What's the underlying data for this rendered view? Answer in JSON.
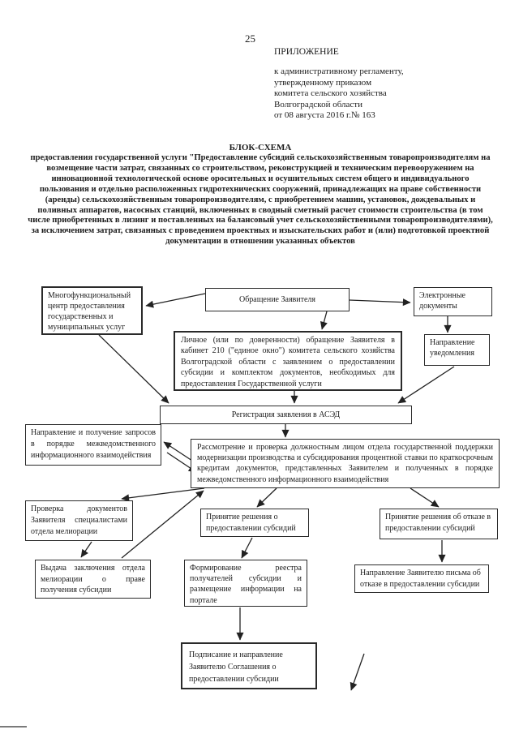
{
  "page": {
    "page_number": "25",
    "appendix_label": "ПРИЛОЖЕНИЕ",
    "appendix_details": "к административному регламенту,\nутвержденному приказом\nкомитета сельского хозяйства\nВолгоградской области\nот 08 августа 2016 г.№ 163"
  },
  "title": {
    "heading": "БЛОК-СХЕМА",
    "body": "предоставления государственной услуги \"Предоставление субсидий сельскохозяйственным товаропроизводителям на возмещение части затрат, связанных со строительством, реконструкцией и техническим перевооружением на инновационной технологической основе оросительных и осушительных систем общего и индивидуального пользования и отдельно расположенных гидротехнических сооружений, принадлежащих на праве собственности (аренды) сельскохозяйственным товаропроизводителям, с приобретением машин, установок, дождевальных и поливных аппаратов, насосных станций, включенных в сводный сметный расчет стоимости строительства (в том числе приобретенных в лизинг и поставленных на балансовый учет сельскохозяйственными товаропроизводителями), за исключением затрат, связанных с проведением проектных и изыскательских работ и (или) подготовкой проектной документации в отношении указанных объектов"
  },
  "flowchart": {
    "nodes": {
      "mfc": "Многофункциональный центр предоставления государственных и муниципальных услуг",
      "appeal": "Обращение Заявителя",
      "edocs": "Электронные документы",
      "notification": "Направление уведомления",
      "personal": "Личное (или по доверенности) обращение Заявителя в кабинет 210 (\"единое окно\") комитета сельского хозяйства Волгоградской области с заявлением о предоставлении субсидии и комплектом документов, необходимых для предоставления Государственной услуги",
      "registration": "Регистрация заявления в АСЭД",
      "interagency": "Направление и получение запросов в порядке межведомственного информационного взаимодействия",
      "review": "Рассмотрение и проверка должностным лицом отдела государственной поддержки модернизации производства и субсидирования процентной ставки по краткосрочным кредитам документов, представленных Заявителем и полученных в порядке межведомственного информационного взаимодействия",
      "melioration_check": "Проверка документов Заявителя специалистами отдела мелиорации",
      "grant_decision": "Принятие решения о предоставлении субсидий",
      "refusal_decision": "Принятие решения об отказе в предоставлении субсидий",
      "melioration_conclusion": "Выдача заключения отдела мелиорации о праве получения субсидии",
      "registry": "Формирование реестра получателей субсидии и размещение информации на портале",
      "refusal_letter": "Направление Заявителю письма об отказе в предоставлении субсидии",
      "agreement": "Подписание и направление Заявителю Соглашения о предоставлении субсидии"
    },
    "ink_color": "#222222"
  }
}
